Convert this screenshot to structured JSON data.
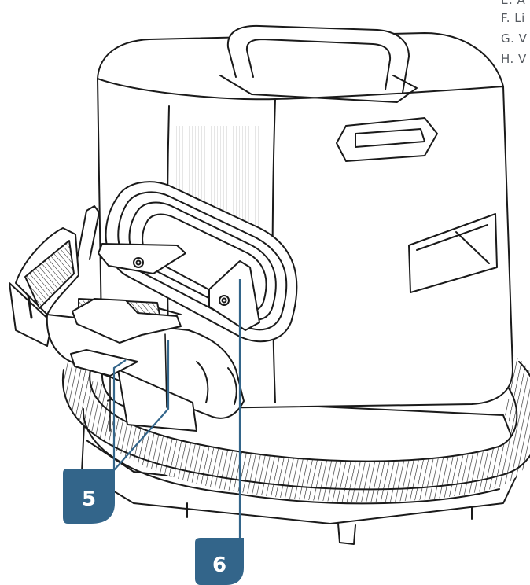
{
  "legend": {
    "items": [
      "E. A",
      "F. Li",
      "G. V",
      "H. V"
    ]
  },
  "callouts": [
    {
      "number": "5"
    },
    {
      "number": "6"
    }
  ],
  "colors": {
    "accent": "#33658a",
    "stroke": "#1a1a1a",
    "legend_text": "#555a60"
  }
}
